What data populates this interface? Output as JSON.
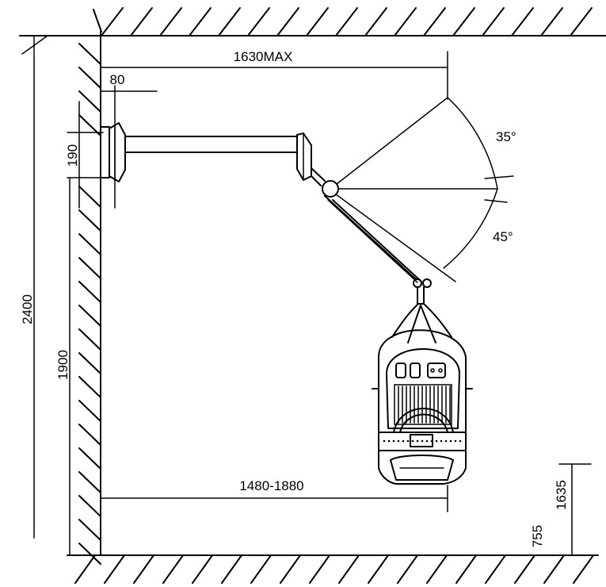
{
  "dimensions": {
    "max_reach": "1630MAX",
    "wall_bracket_depth": "80",
    "bracket_height": "190",
    "total_height": "2400",
    "mount_height": "1900",
    "horizontal_range": "1480-1880",
    "angle_up": "35°",
    "angle_down": "45°",
    "head_height_max": "1635",
    "head_height_min": "755"
  }
}
